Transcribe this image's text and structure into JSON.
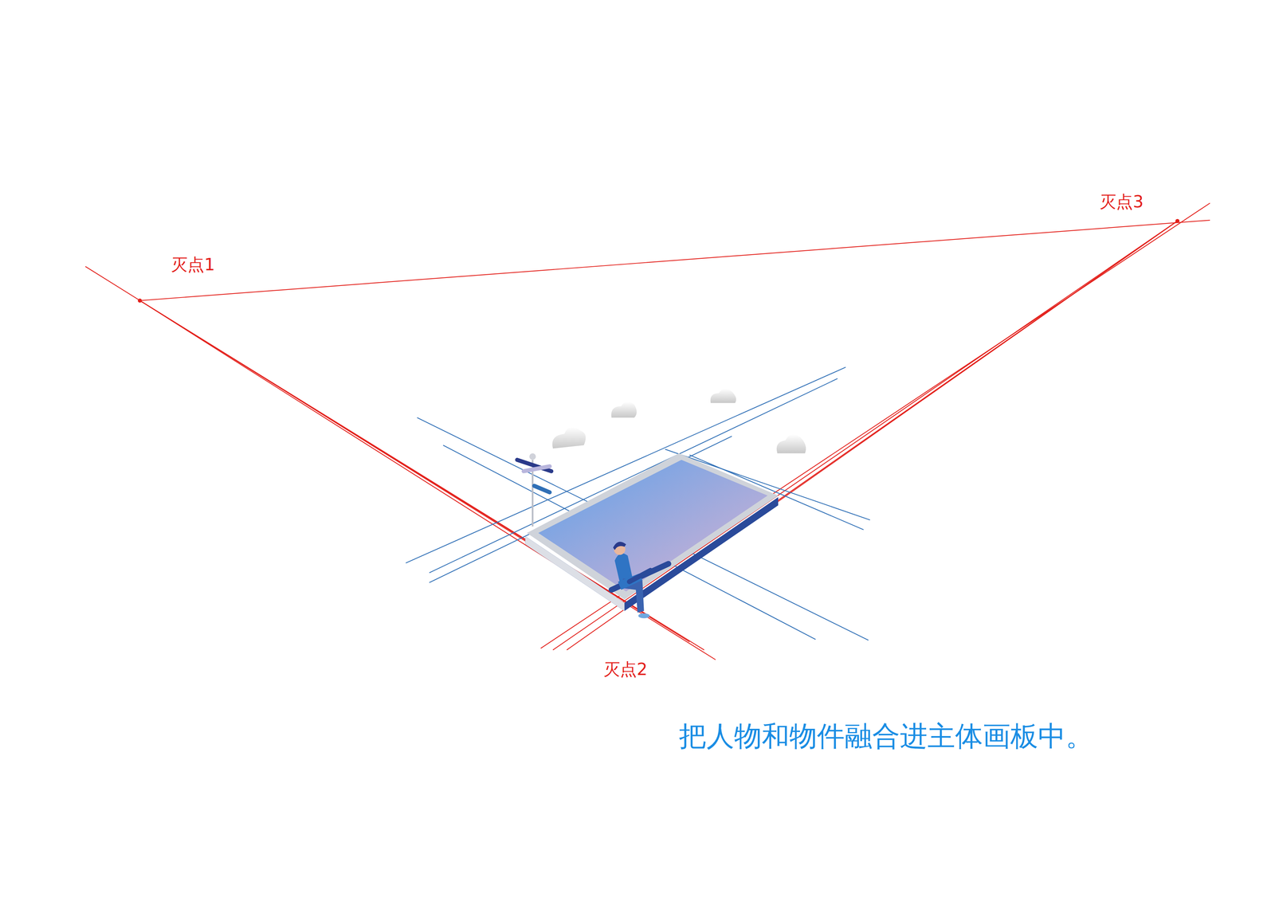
{
  "diagram": {
    "caption": "把人物和物件融合进主体画板中。",
    "labels": [
      "灭点1",
      "灭点3",
      "灭点2"
    ]
  }
}
